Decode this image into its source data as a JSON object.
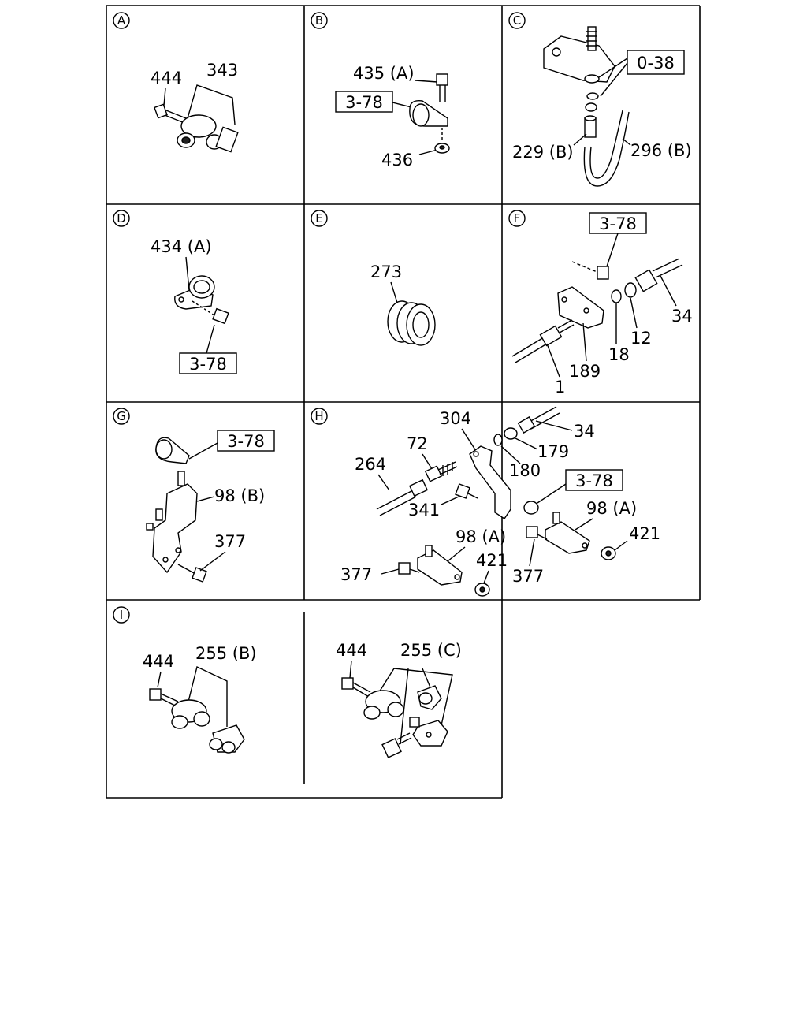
{
  "cells": {
    "A": {
      "id": "A",
      "labels": {
        "p444": "444",
        "p343": "343"
      }
    },
    "B": {
      "id": "B",
      "labels": {
        "p435": "435 (A)",
        "ref": "3-78",
        "p436": "436"
      }
    },
    "C": {
      "id": "C",
      "labels": {
        "ref": "0-38",
        "p229": "229 (B)",
        "p296": "296 (B)"
      }
    },
    "D": {
      "id": "D",
      "labels": {
        "p434": "434 (A)",
        "ref": "3-78"
      }
    },
    "E": {
      "id": "E",
      "labels": {
        "p273": "273"
      }
    },
    "F": {
      "id": "F",
      "labels": {
        "ref": "3-78",
        "p34": "34",
        "p12": "12",
        "p18": "18",
        "p189": "189",
        "p1": "1"
      }
    },
    "G": {
      "id": "G",
      "labels": {
        "ref": "3-78",
        "p98b": "98 (B)",
        "p377": "377"
      }
    },
    "H": {
      "id": "H",
      "labels": {
        "p304": "304",
        "p34": "34",
        "p72": "72",
        "p179": "179",
        "p264": "264",
        "p180": "180",
        "ref": "3-78",
        "p341": "341",
        "p98a1": "98 (A)",
        "p421a": "421",
        "p98a2": "98 (A)",
        "p377a": "377",
        "p421b": "421",
        "p377b": "377"
      }
    },
    "I": {
      "id": "I",
      "labels": {
        "p444a": "444",
        "p255b": "255 (B)",
        "p444b": "444",
        "p255c": "255 (C)"
      }
    }
  }
}
